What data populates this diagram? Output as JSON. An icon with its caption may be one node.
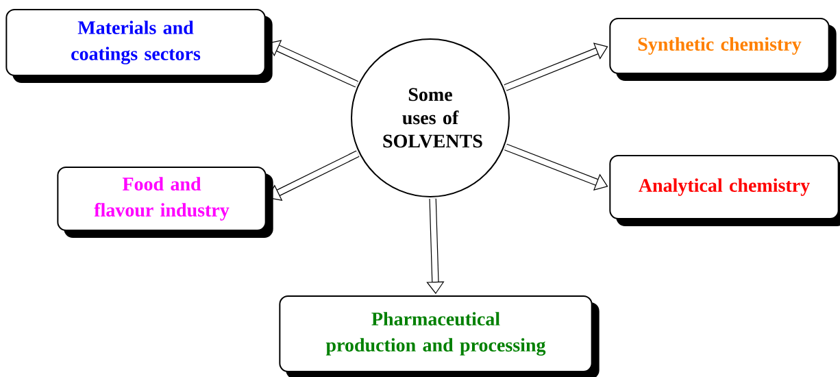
{
  "diagram": {
    "nodes": [
      {
        "text": [
          "Some uses of SOLVENTS"
        ]
      },
      {
        "text": [
          "Materials and coatings sectors"
        ]
      },
      {
        "text": [
          "Synthetic chemistry"
        ]
      },
      {
        "text": [
          "Food and flavour industry"
        ]
      },
      {
        "text": [
          "Analytical chemistry"
        ]
      },
      {
        "text": [
          "Pharmaceutical production and processing"
        ]
      }
    ],
    "edges": [
      {
        "from": 0,
        "to": 1,
        "arrow": "to"
      },
      {
        "from": 0,
        "to": 2,
        "arrow": "to"
      },
      {
        "from": 0,
        "to": 3,
        "arrow": "to"
      },
      {
        "from": 0,
        "to": 4,
        "arrow": "to"
      },
      {
        "from": 0,
        "to": 5,
        "arrow": "to"
      }
    ]
  }
}
